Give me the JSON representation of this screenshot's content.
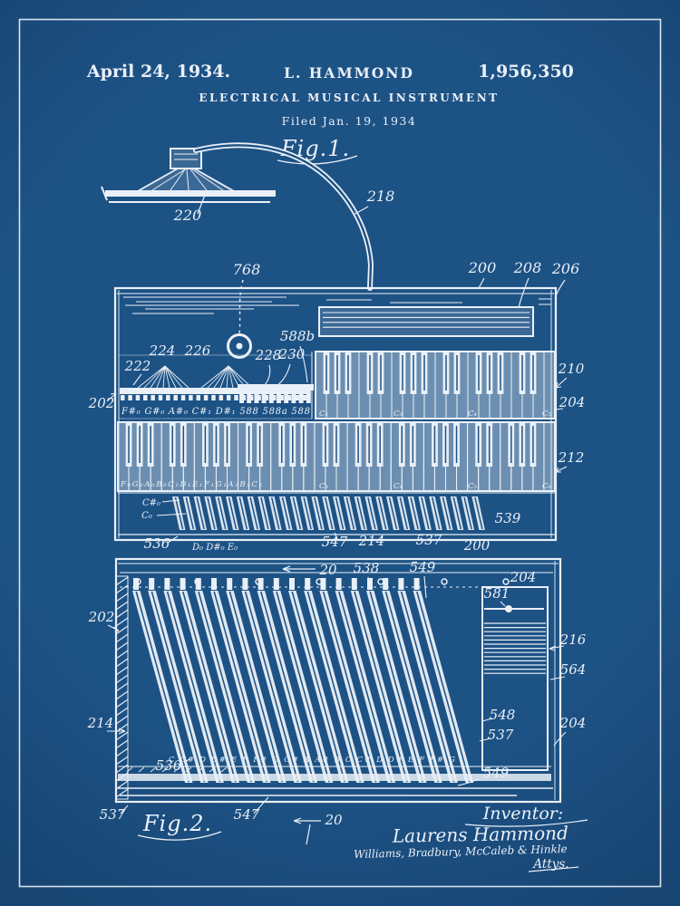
{
  "colors": {
    "background": "#1d5285",
    "background_edge": "#153f6a",
    "ink": "#eaf0f7"
  },
  "header": {
    "date": "April 24, 1934.",
    "inventor_name": "L. HAMMOND",
    "patent_number": "1,956,350",
    "title": "ELECTRICAL MUSICAL INSTRUMENT",
    "filed": "Filed Jan. 19, 1934"
  },
  "fig1": {
    "caption": "Fig.1.",
    "labels": {
      "speaker": "220",
      "cable": "218",
      "knob": "768",
      "top_200": "200",
      "top_208": "208",
      "top_206": "206",
      "wire_222": "222",
      "wire_224": "224",
      "wire_226": "226",
      "wire_228": "228",
      "wire_230": "230",
      "contact_588b": "588b",
      "left_202": "202",
      "right_210": "210",
      "right_204": "204",
      "right_212": "212",
      "sharp_note_row": "F#₀ G#₀ A#₀ C#₁ D#₁ 588  588a 588",
      "lower_note_row": "F₀G₀A₀B₀C₁D₁E₁F₁G₁A₁B₁C₂",
      "upper_c_marks": [
        "C₂",
        "C₃",
        "C₄",
        "C₅"
      ],
      "lower_c_marks": [
        "C₃",
        "C₄",
        "C₅",
        "C₆"
      ],
      "csharp_zero": "C#₀",
      "c_zero": "C₀",
      "drawbars_539": "539",
      "bottom_536": "536",
      "pedal_note_row": "D₀ D#₀ E₀",
      "bottom_547": "547",
      "bottom_214": "214",
      "bottom_537": "537",
      "bottom_200": "200"
    }
  },
  "fig2": {
    "caption": "Fig.2.",
    "labels": {
      "top_20": "20",
      "top_538": "538",
      "top_549": "549",
      "top_204": "204",
      "spring_581": "581",
      "left_202": "202",
      "left_214": "214",
      "left_536": "536",
      "right_216": "216",
      "right_564": "564",
      "right_548": "548",
      "right_537": "537",
      "right_204": "204",
      "right_549": "549",
      "bottom_537": "537",
      "bottom_547": "547",
      "bottom_20": "20",
      "reed_note_row": "C C# D D# E F F# G G# A A# B C C# D D# E F F# G"
    }
  },
  "signature": {
    "inventor_label": "Inventor:",
    "inventor_name": "Laurens Hammond",
    "attorneys": "Williams, Bradbury, McCaleb & Hinkle",
    "attys_label": "Attys."
  }
}
